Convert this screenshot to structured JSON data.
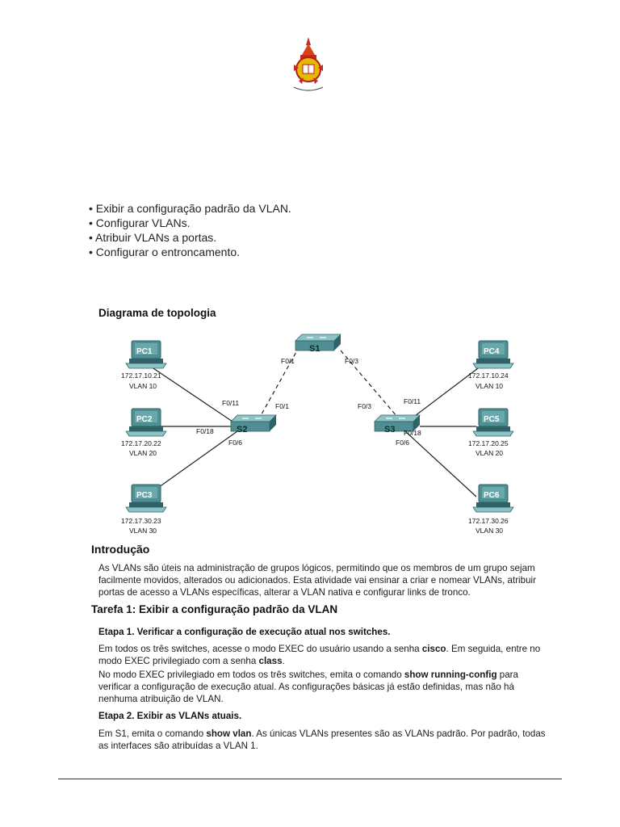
{
  "objectives": [
    "• Exibir a configuração padrão da VLAN.",
    "• Configurar VLANs.",
    "• Atribuir VLANs a portas.",
    "• Configurar o entroncamento."
  ],
  "topology": {
    "title": "Diagrama de topologia",
    "switches": {
      "s1": "S1",
      "s2": "S2",
      "s3": "S3"
    },
    "ports": {
      "s1_f01": "F0/1",
      "s1_f03": "F0/3",
      "s2_f011": "F0/11",
      "s2_f01": "F0/1",
      "s2_f018": "F0/18",
      "s2_f06": "F0/6",
      "s3_f03": "F0/3",
      "s3_f011": "F0/11",
      "s3_f018": "F0/18",
      "s3_f06": "F0/6"
    },
    "pcs": {
      "pc1": {
        "name": "PC1",
        "ip": "172.17.10.21",
        "vlan": "VLAN 10"
      },
      "pc2": {
        "name": "PC2",
        "ip": "172.17.20.22",
        "vlan": "VLAN 20"
      },
      "pc3": {
        "name": "PC3",
        "ip": "172.17.30.23",
        "vlan": "VLAN 30"
      },
      "pc4": {
        "name": "PC4",
        "ip": "172.17.10.24",
        "vlan": "VLAN 10"
      },
      "pc5": {
        "name": "PC5",
        "ip": "172.17.20.25",
        "vlan": "VLAN 20"
      },
      "pc6": {
        "name": "PC6",
        "ip": "172.17.30.26",
        "vlan": "VLAN 30"
      }
    },
    "colors": {
      "device": "#4f8f94",
      "device_dark": "#2f6266",
      "device_light": "#8ec3c6"
    }
  },
  "intro": {
    "heading": "Introdução",
    "paragraph": "As VLANs são úteis na administração de grupos lógicos, permitindo que os membros de um grupo sejam facilmente movidos, alterados ou adicionados. Esta atividade vai ensinar a criar e nomear VLANs, atribuir portas de acesso a VLANs específicas, alterar a VLAN nativa e configurar links de tronco."
  },
  "task1": {
    "heading": "Tarefa 1: Exibir a configuração padrão da VLAN",
    "step1": {
      "heading": "Etapa 1. Verificar a configuração de execução atual nos switches.",
      "p1": {
        "a": "Em todos os três switches, acesse o modo EXEC do usuário usando a senha ",
        "b": "cisco",
        "c": ". Em seguida, entre no modo EXEC privilegiado com a senha ",
        "d": "class",
        "e": "."
      },
      "p2": {
        "a": "No modo EXEC privilegiado em todos os três switches, emita o comando ",
        "b": "show running-config",
        "c": " para verificar a configuração de execução atual. As configurações básicas já estão definidas, mas não há nenhuma atribuição de VLAN."
      }
    },
    "step2": {
      "heading": "Etapa 2. Exibir as VLANs atuais.",
      "p1": {
        "a": "Em S1, emita o comando ",
        "b": "show vlan",
        "c": ". As únicas VLANs presentes são as VLANs padrão. Por padrão, todas as interfaces são atribuídas a VLAN 1."
      }
    }
  }
}
